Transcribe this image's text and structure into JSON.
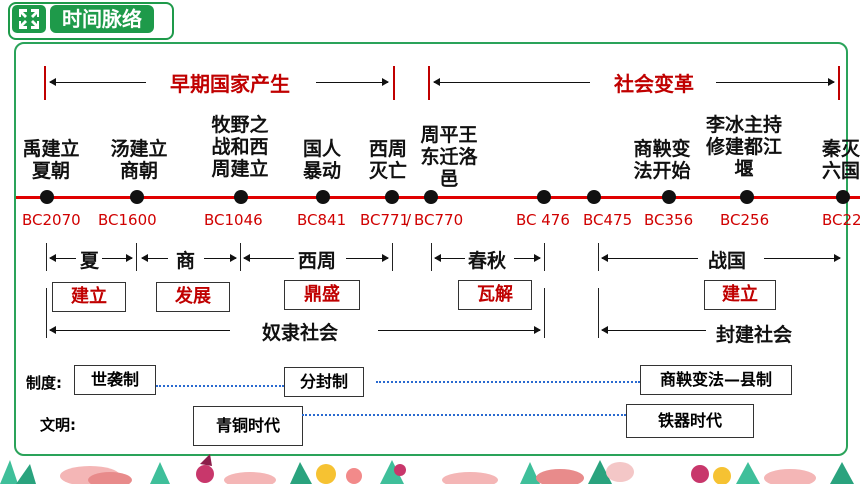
{
  "header": {
    "title": "时间脉络"
  },
  "colors": {
    "accent_green": "#1e9a4a",
    "red": "#c00000",
    "timeline_red": "#e00000"
  },
  "periods": {
    "early_state": "早期国家产生",
    "social_change": "社会变革"
  },
  "events": [
    {
      "label": "禹建立\n夏朝",
      "date": "BC2070"
    },
    {
      "label": "汤建立\n商朝",
      "date": "BC1600"
    },
    {
      "label": "牧野之\n战和西\n周建立",
      "date": "BC1046"
    },
    {
      "label": "国人\n暴动",
      "date": "BC841"
    },
    {
      "label": "西周\n灭亡",
      "date": "BC771"
    },
    {
      "label": "周平王\n东迁洛\n邑",
      "date": "BC770"
    },
    {
      "label": "",
      "date": "BC 476"
    },
    {
      "label": "",
      "date": "BC475"
    },
    {
      "label": "商鞅变\n法开始",
      "date": "BC356"
    },
    {
      "label": "李冰主持\n修建都江\n堰",
      "date": "BC256"
    },
    {
      "label": "秦灭\n六国",
      "date": "BC22"
    }
  ],
  "dynasties": {
    "xia": "夏",
    "shang": "商",
    "xizhou": "西周",
    "chunqiu": "春秋",
    "zhanguo": "战国"
  },
  "stages": {
    "jianli": "建立",
    "fazhan": "发展",
    "dingsheng": "鼎盛",
    "wajie": "瓦解",
    "jianli2": "建立"
  },
  "societies": {
    "slave": "奴隶社会",
    "feudal": "封建社会"
  },
  "systems": {
    "label": "制度:",
    "shixi": "世袭制",
    "fenfeng": "分封制",
    "xianzhi": "商鞅变法—县制"
  },
  "civilization": {
    "label": "文明:",
    "bronze": "青铜时代",
    "iron": "铁器时代"
  }
}
